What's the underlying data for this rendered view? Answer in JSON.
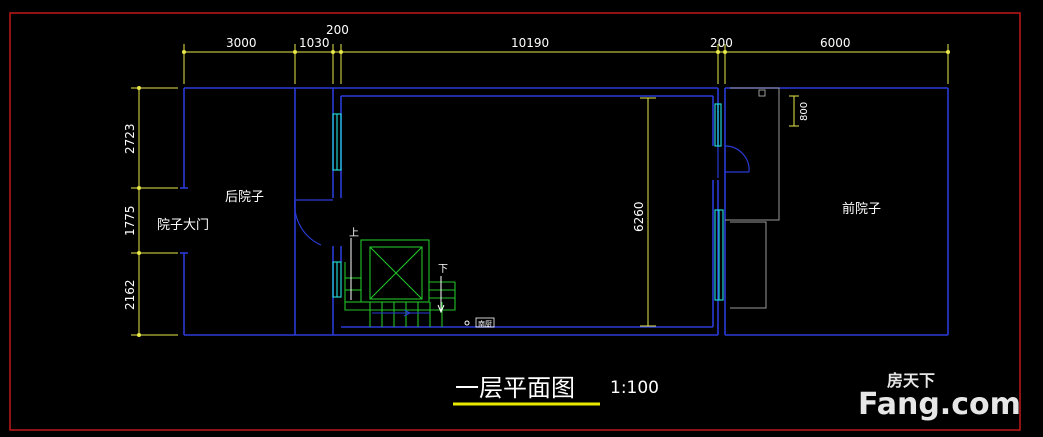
{
  "drawing": {
    "title": "一层平面图",
    "scale": "1:100"
  },
  "dimensions": {
    "top": [
      "3000",
      "1030",
      "200",
      "10190",
      "200",
      "6000"
    ],
    "left": [
      "2723",
      "1775",
      "2162"
    ],
    "interior": "6260",
    "side": "800"
  },
  "rooms": {
    "back_yard": "后院子",
    "front_yard": "前院子",
    "yard_gate": "院子大门"
  },
  "stairs": {
    "up": "上",
    "down": "下"
  },
  "tag": "南厨",
  "watermark": {
    "top": "房天下",
    "bottom": "Fang.com"
  },
  "colors": {
    "wall": "#2a3bd8",
    "dimension": "#e8e84a",
    "window": "#22d3d3",
    "stair": "#22c22a",
    "border": "#c01818",
    "underline": "#e8e800"
  }
}
